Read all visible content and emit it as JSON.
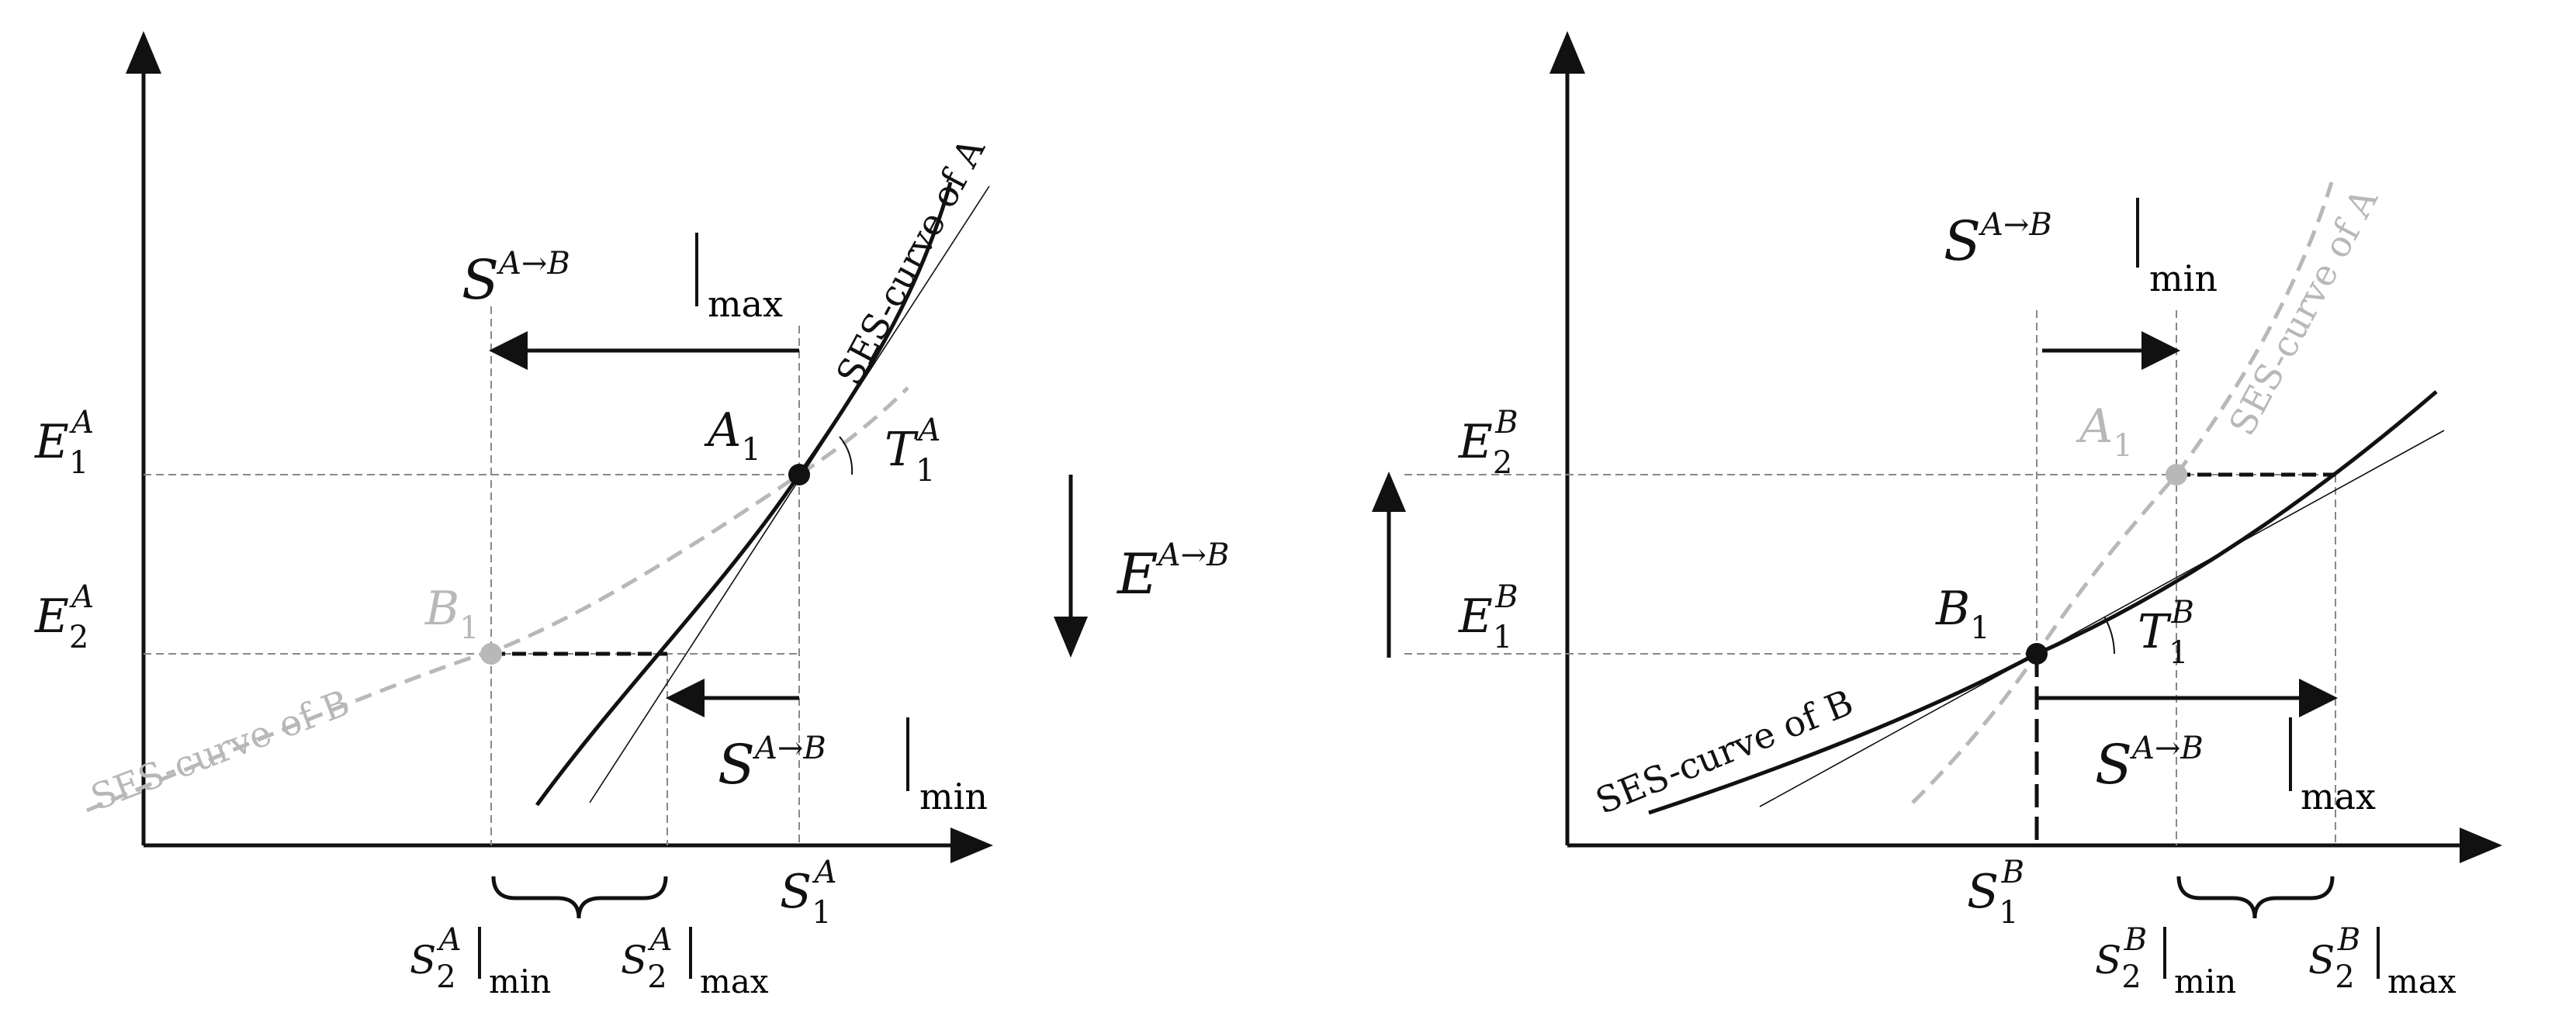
{
  "left_panel": {
    "curve_a_label": "SES-curve of A",
    "curve_b_label": "SES-curve of B",
    "point_a1": {
      "base": "A",
      "sub": "1"
    },
    "point_b1": {
      "base": "B",
      "sub": "1"
    },
    "tangent": {
      "base": "T",
      "sub": "1",
      "sup": "A"
    },
    "y_label_top": {
      "base": "E",
      "sub": "1",
      "sup": "A"
    },
    "y_label_bottom": {
      "base": "E",
      "sub": "2",
      "sup": "A"
    },
    "x_label_s1": {
      "base": "S",
      "sub": "1",
      "sup": "A"
    },
    "x_label_s2min": {
      "base": "S",
      "sub": "2",
      "sup": "A",
      "bar": "min"
    },
    "x_label_s2max": {
      "base": "S",
      "sub": "2",
      "sup": "A",
      "bar": "max"
    },
    "arrow_top_label": {
      "base": "S",
      "sup": "A→B",
      "bar": "max"
    },
    "arrow_bottom_label": {
      "base": "S",
      "sup": "A→B",
      "bar": "min"
    }
  },
  "middle": {
    "transfer_label": {
      "base": "E",
      "sup": "A→B"
    }
  },
  "right_panel": {
    "curve_a_label": "SES-curve of A",
    "curve_b_label": "SES-curve of B",
    "point_a1": {
      "base": "A",
      "sub": "1"
    },
    "point_b1": {
      "base": "B",
      "sub": "1"
    },
    "tangent": {
      "base": "T",
      "sub": "1",
      "sup": "B"
    },
    "y_label_top": {
      "base": "E",
      "sub": "2",
      "sup": "B"
    },
    "y_label_bottom": {
      "base": "E",
      "sub": "1",
      "sup": "B"
    },
    "x_label_s1": {
      "base": "S",
      "sub": "1",
      "sup": "B"
    },
    "x_label_s2min": {
      "base": "S",
      "sub": "2",
      "sup": "B",
      "bar": "min"
    },
    "x_label_s2max": {
      "base": "S",
      "sub": "2",
      "sup": "B",
      "bar": "max"
    },
    "arrow_top_label": {
      "base": "S",
      "sup": "A→B",
      "bar": "min"
    },
    "arrow_bottom_label": {
      "base": "S",
      "sup": "A→B",
      "bar": "max"
    }
  },
  "colors": {
    "ink": "#111111",
    "grey_curve": "#b8b8b8",
    "guide": "#888888"
  }
}
